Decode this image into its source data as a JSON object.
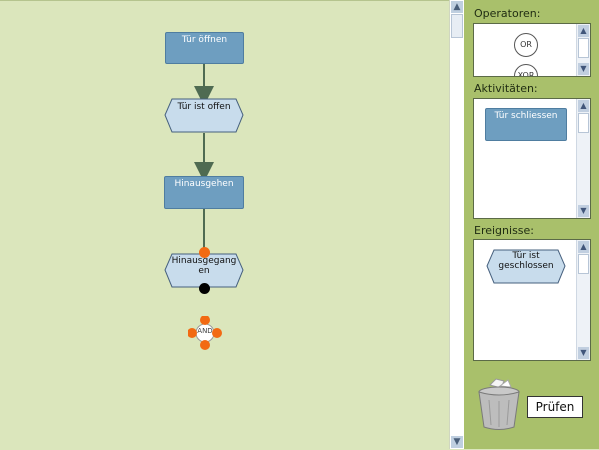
{
  "canvas": {
    "nodes": {
      "f1": "Tür öffnen",
      "e1": "Tür ist offen",
      "f2": "Hinausgehen",
      "e2_line1": "Hinausgegang",
      "e2_line2": "en",
      "op": "AND"
    }
  },
  "panel": {
    "operators_label": "Operatoren:",
    "operators": [
      "OR",
      "XOR"
    ],
    "activities_label": "Aktivitäten:",
    "activities": [
      "Tür schliessen"
    ],
    "events_label": "Ereignisse:",
    "events_line1": "Tür ist",
    "events_line2": "geschlossen",
    "check_button": "Prüfen"
  },
  "colors": {
    "canvas_bg": "#dbe6bc",
    "panel_bg": "#a9c06b",
    "function_fill": "#6e9ec0",
    "event_fill": "#c8dcec",
    "handle": "#f26a13"
  },
  "icons": [
    "trash-icon",
    "scroll-up-icon",
    "scroll-down-icon"
  ]
}
